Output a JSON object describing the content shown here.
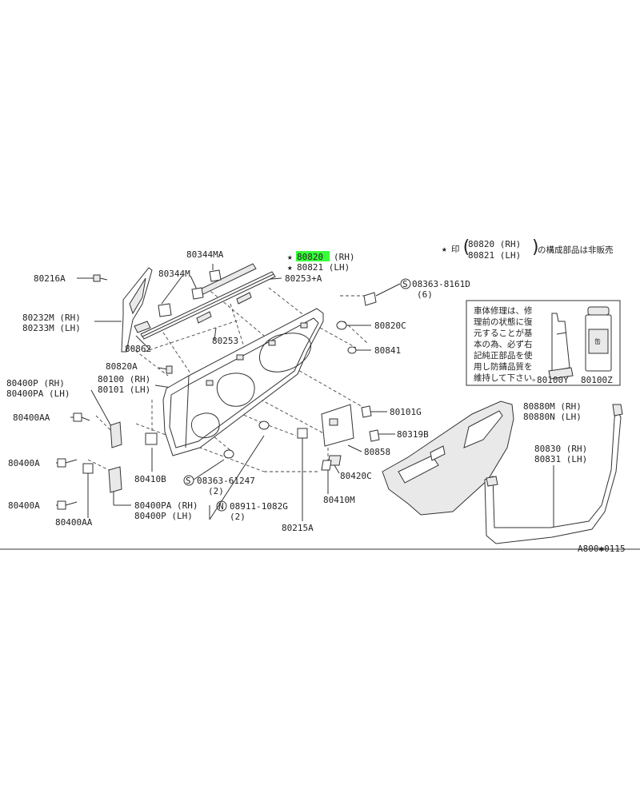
{
  "diagram": {
    "header_note": {
      "star": "★",
      "prefix": "印",
      "rh": "80820 (RH)",
      "lh": "80821 (LH)",
      "suffix": "の構成部品は非販売"
    },
    "labels": {
      "p80344MA": "80344MA",
      "p80820": "80820",
      "p80820rh": "(RH)",
      "p80821": "80821 (LH)",
      "star": "★",
      "p80216A": "80216A",
      "p80344M": "80344M",
      "p80253A": "80253+A",
      "p08363_8161D": "08363-8161D",
      "p08363_8161D_qty": "(6)",
      "p80232M": "80232M (RH)",
      "p80233M": "80233M (LH)",
      "p80820C": "80820C",
      "p80253": "80253",
      "p80862": "80862",
      "p80841": "80841",
      "p80820A": "80820A",
      "p80400P_rh": "80400P (RH)",
      "p80400PA_lh": "80400PA (LH)",
      "p80100": "80100 (RH)",
      "p80101": "80101 (LH)",
      "p80101G": "80101G",
      "p80880M": "80880M (RH)",
      "p80880N": "80880N (LH)",
      "p80400AA_top": "80400AA",
      "p80319B": "80319B",
      "p80858": "80858",
      "p80830": "80830 (RH)",
      "p80831": "80831 (LH)",
      "p80400A_top": "80400A",
      "p80410B": "80410B",
      "p08363_61247": "08363-61247",
      "p08363_61247_qty": "(2)",
      "p80420C": "80420C",
      "p80410M": "80410M",
      "p80400A_bot": "80400A",
      "p80400PA_rh": "80400PA (RH)",
      "p80400P_lh": "80400P (LH)",
      "p08911": "08911-1082G",
      "p08911_qty": "(2)",
      "p80215A": "80215A",
      "p80400AA_bot": "80400AA",
      "code": "A800✱0115",
      "circle_s": "S",
      "circle_n": "N"
    },
    "repair_box": {
      "lines": [
        "車体修理は、修",
        "理前の状態に復",
        "元することが基",
        "本の為、必ず右",
        "記純正部品を使",
        "用し防錆品質を",
        "維持して下さい。"
      ],
      "p80100Y": "80100Y",
      "p80100Z": "80100Z"
    }
  }
}
